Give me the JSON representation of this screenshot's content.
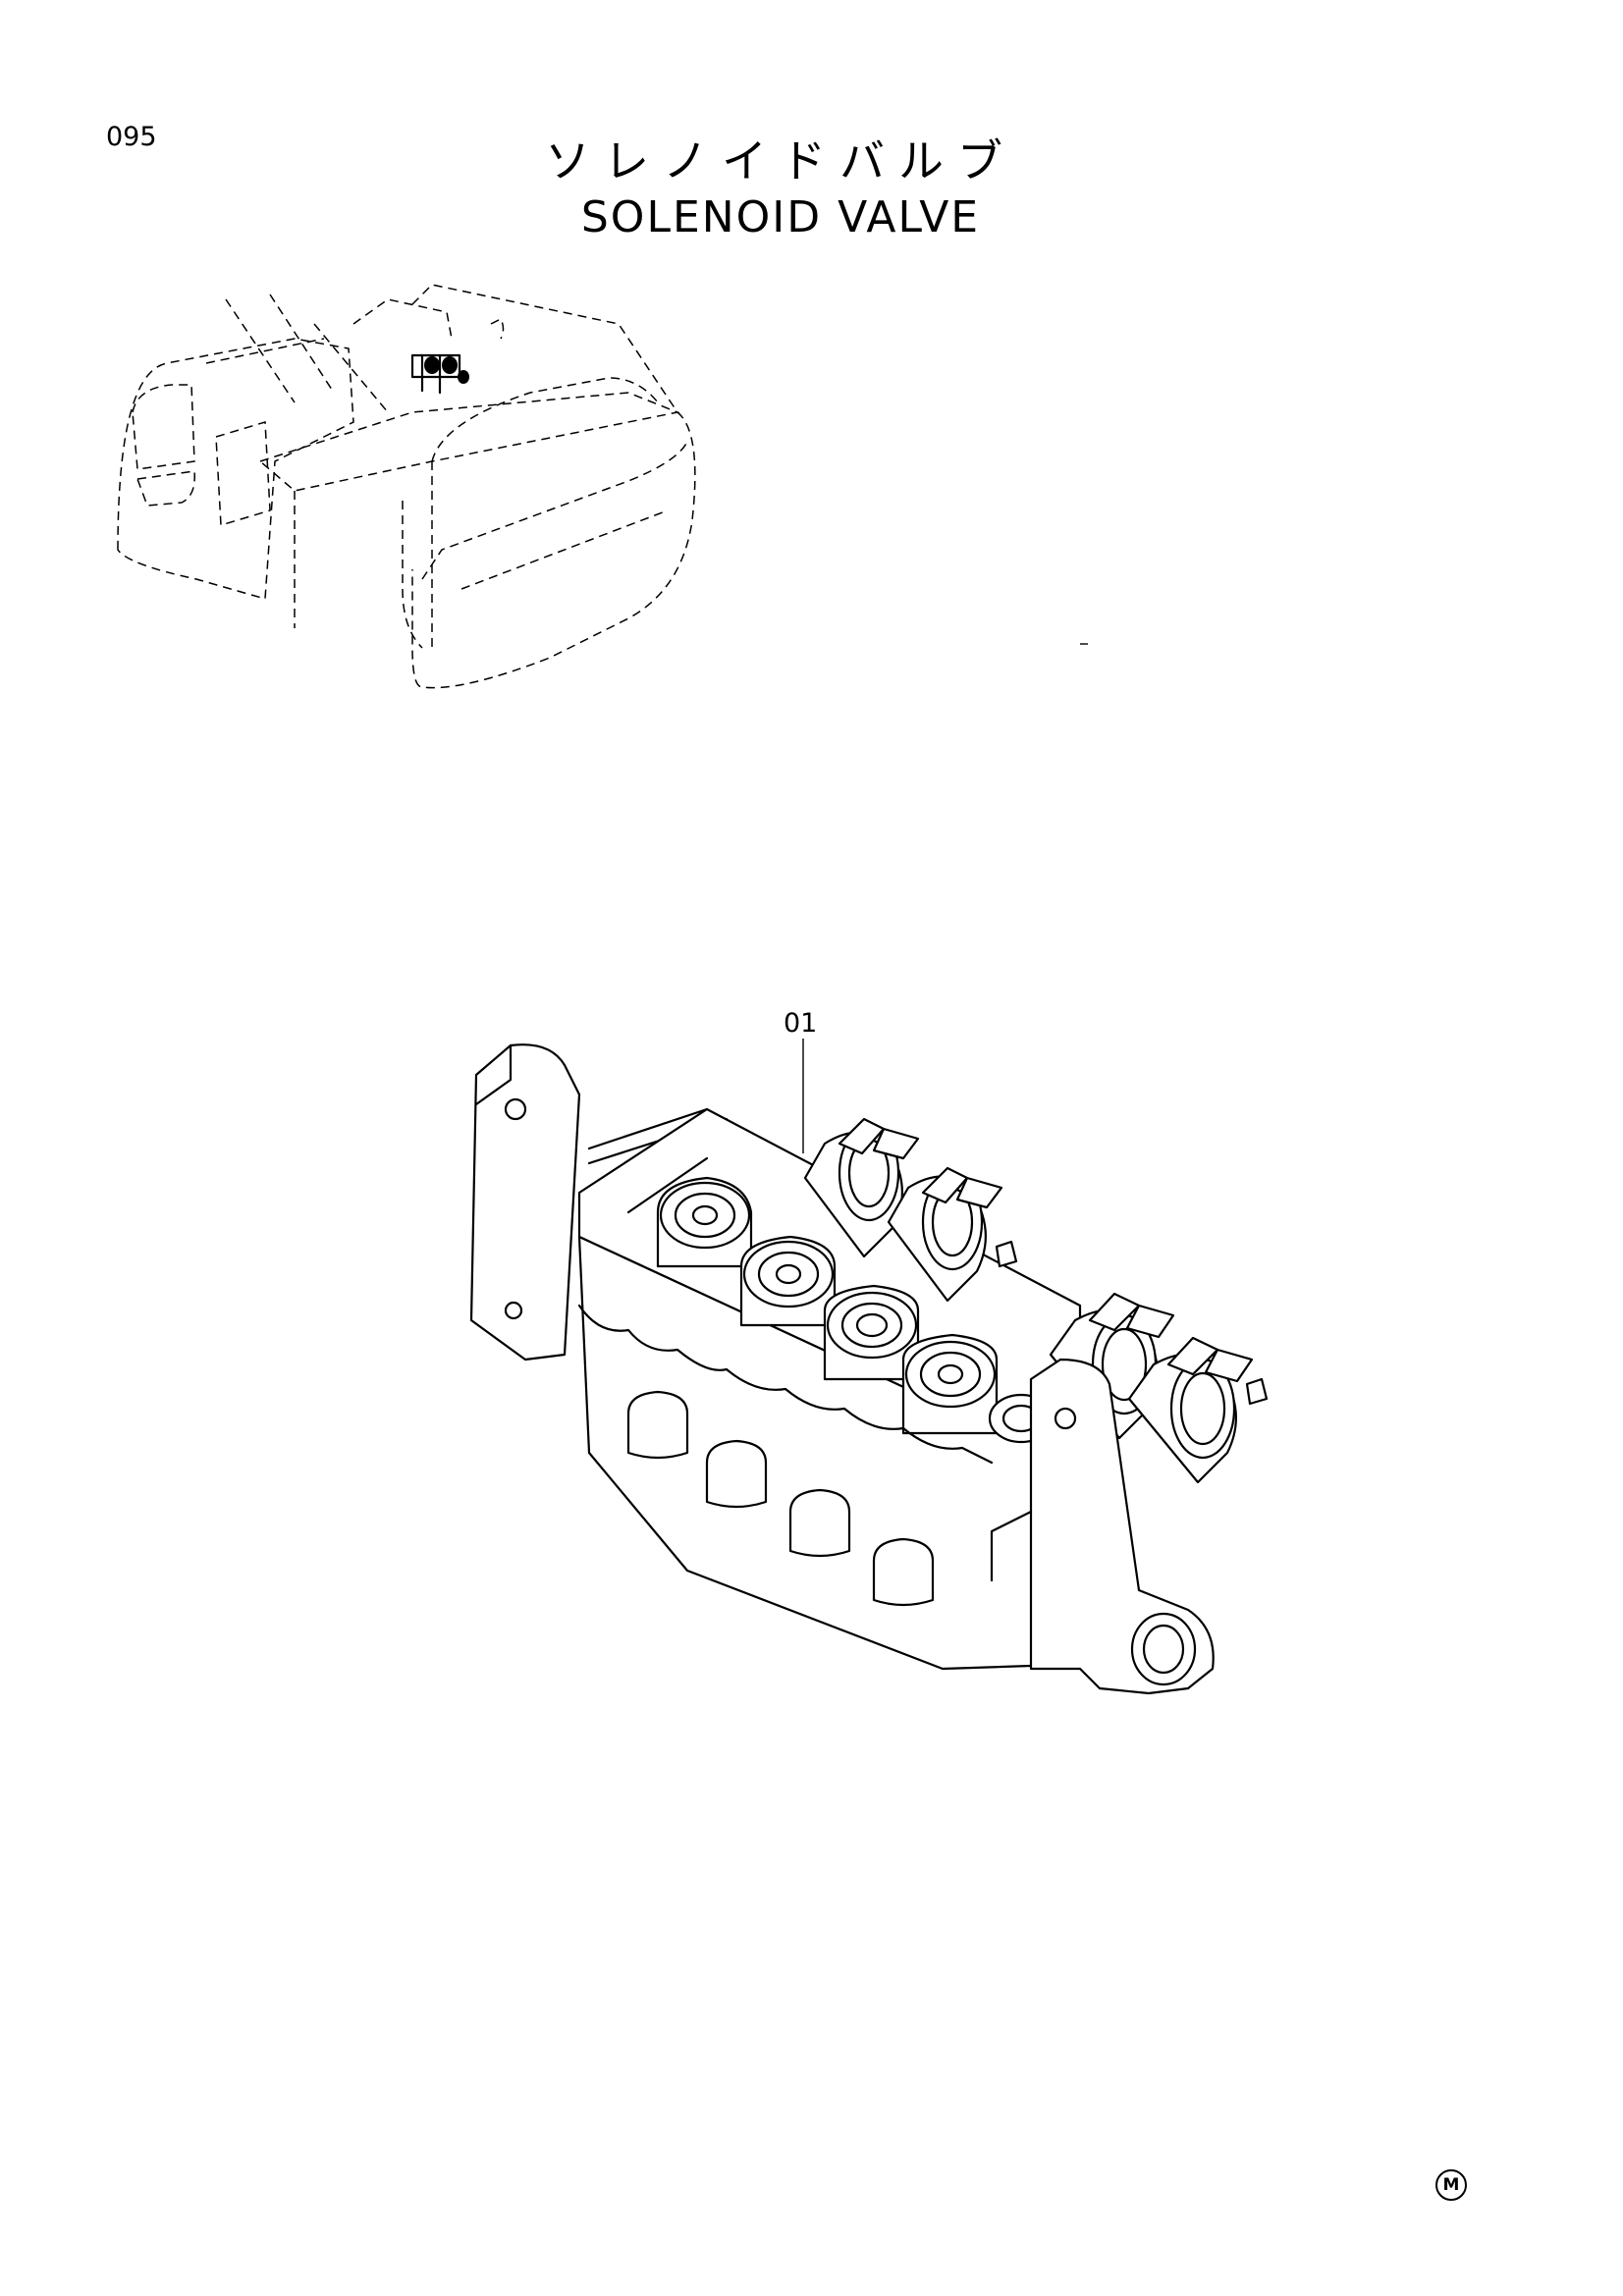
{
  "page": {
    "number": "095",
    "title_jp": "ソレノイドバルブ",
    "title_en": "SOLENOID VALVE"
  },
  "callouts": [
    {
      "label": "01"
    }
  ],
  "marker": {
    "text": "M"
  }
}
